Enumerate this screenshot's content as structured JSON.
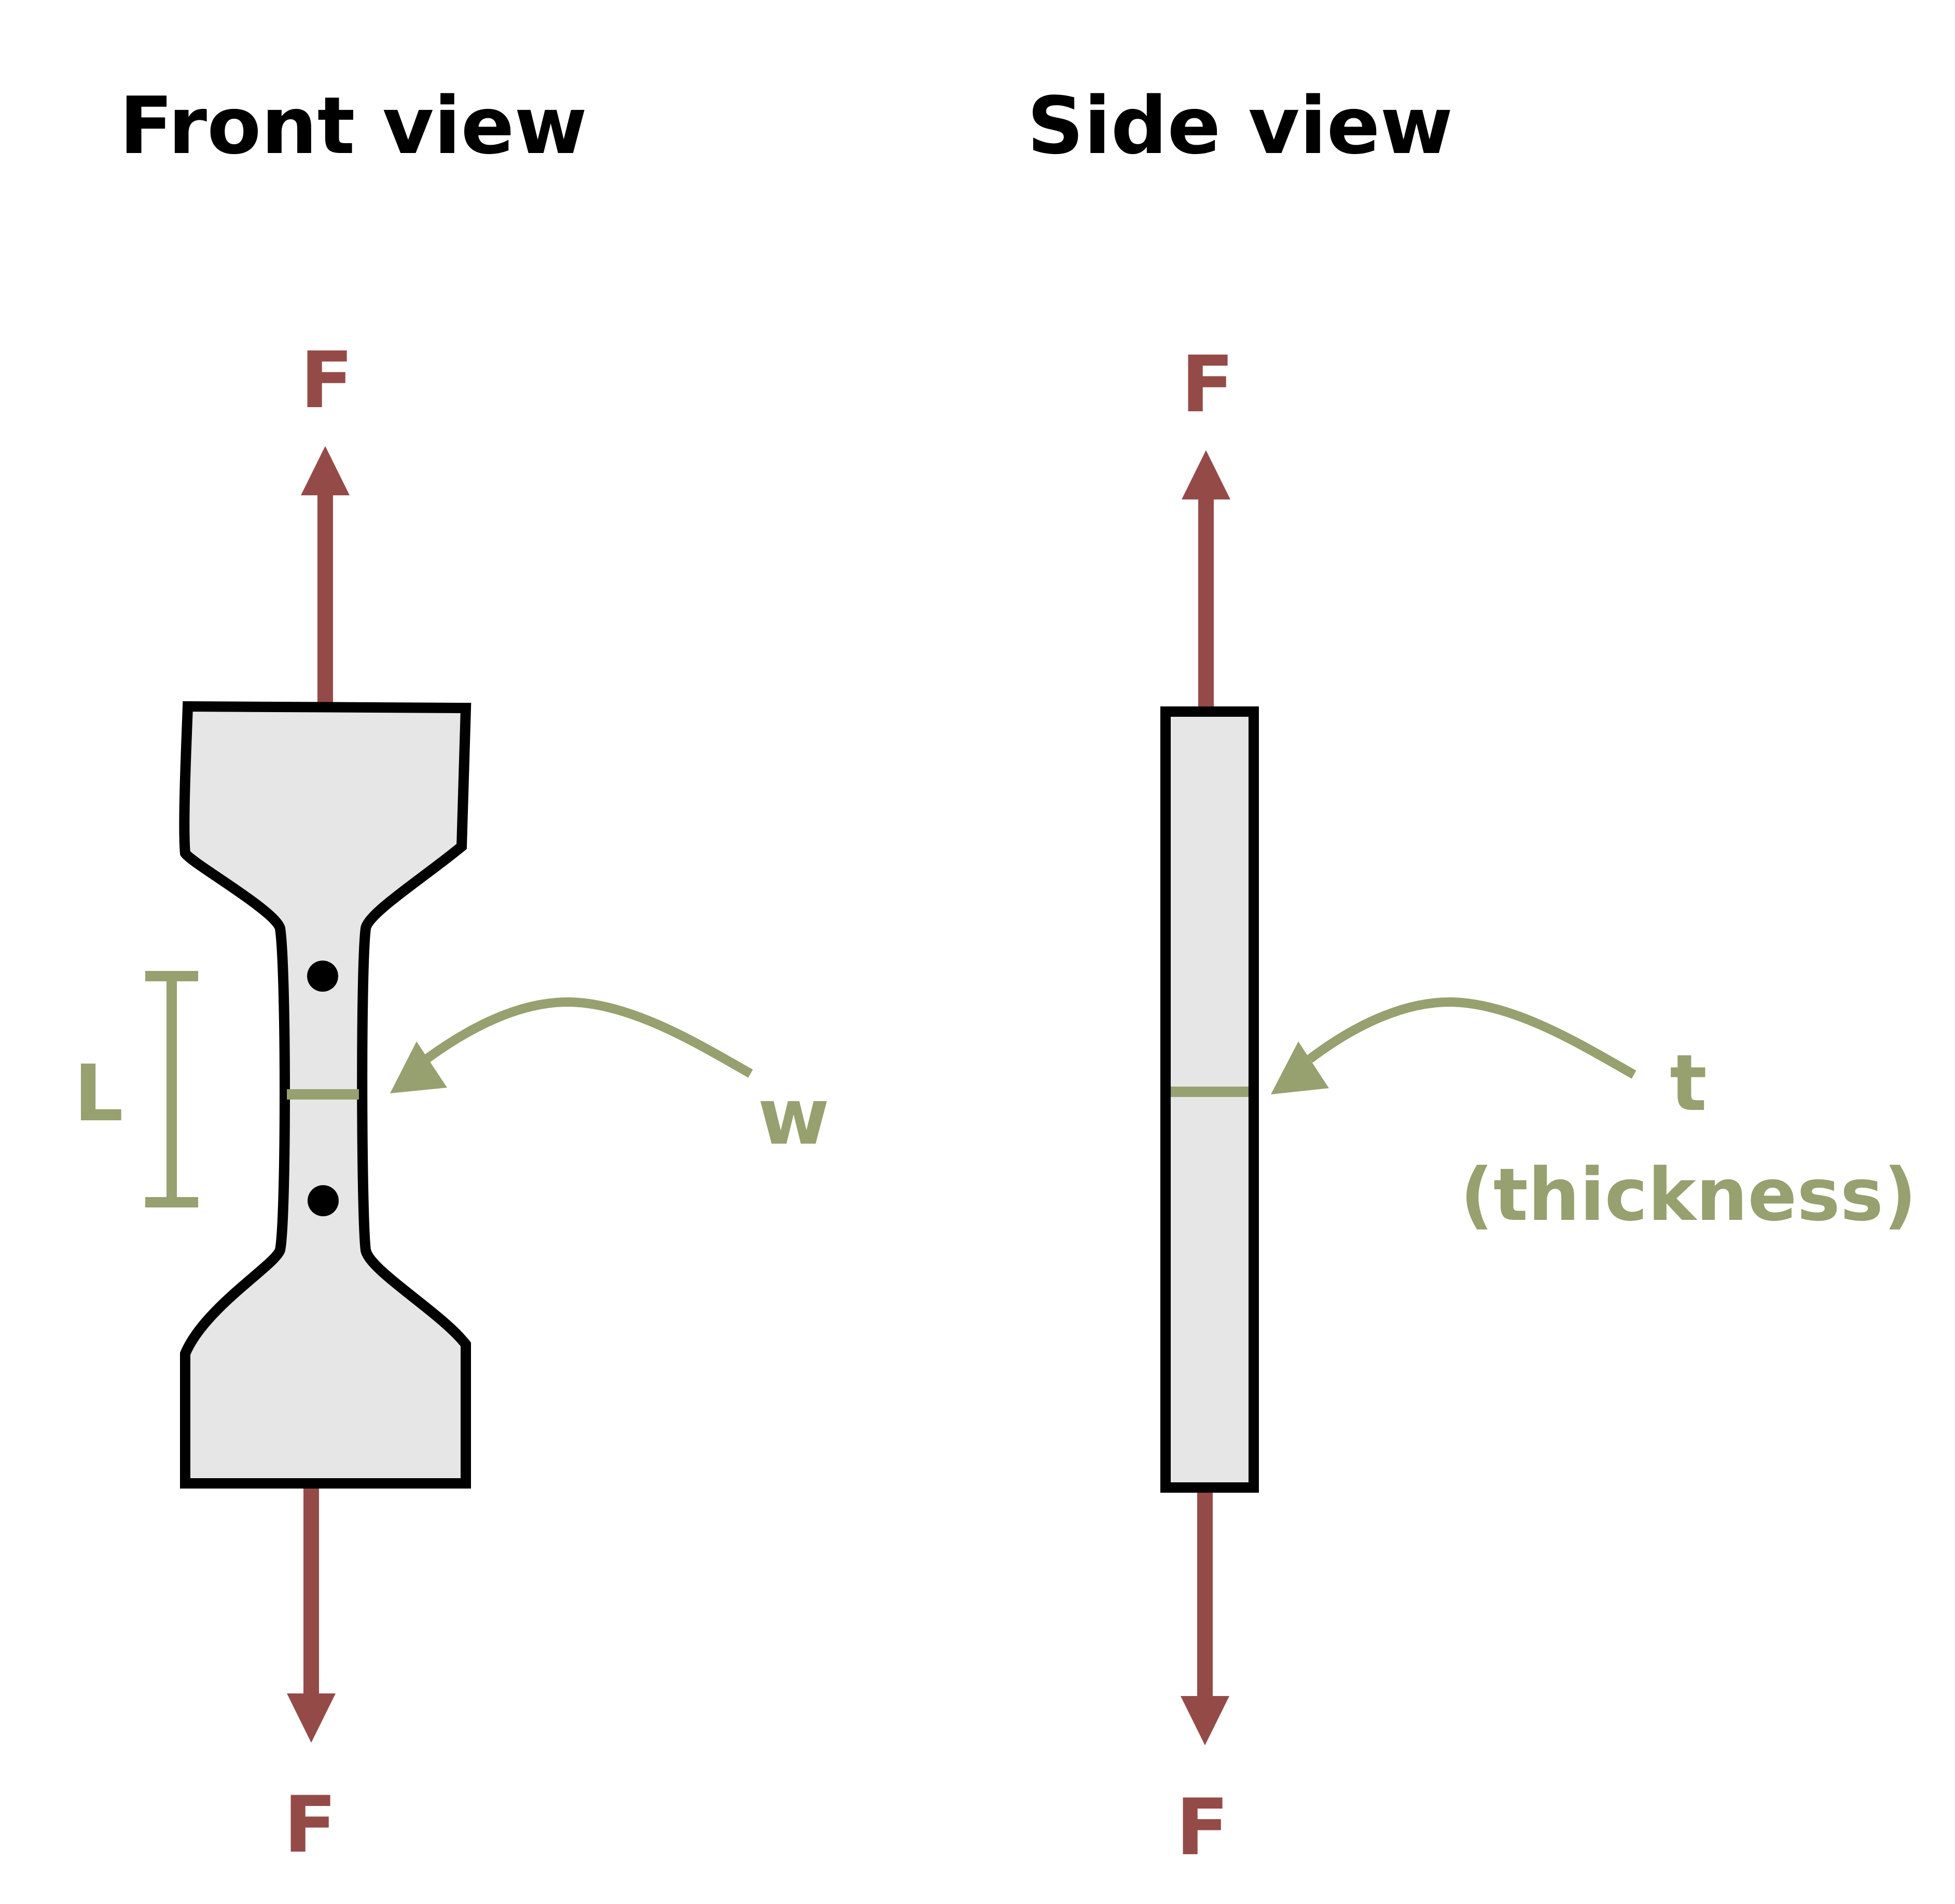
{
  "front_view": {
    "title": "Front view",
    "force_top_label": "F",
    "force_bottom_label": "F",
    "length_label": "L",
    "width_label": "w"
  },
  "side_view": {
    "title": "Side view",
    "force_top_label": "F",
    "force_bottom_label": "F",
    "thickness_symbol": "t",
    "thickness_caption": "(thickness)"
  },
  "colors": {
    "force_arrow": "#944b48",
    "dimension": "#97a06f",
    "specimen_fill": "#e6e6e6",
    "outline": "#000000"
  }
}
